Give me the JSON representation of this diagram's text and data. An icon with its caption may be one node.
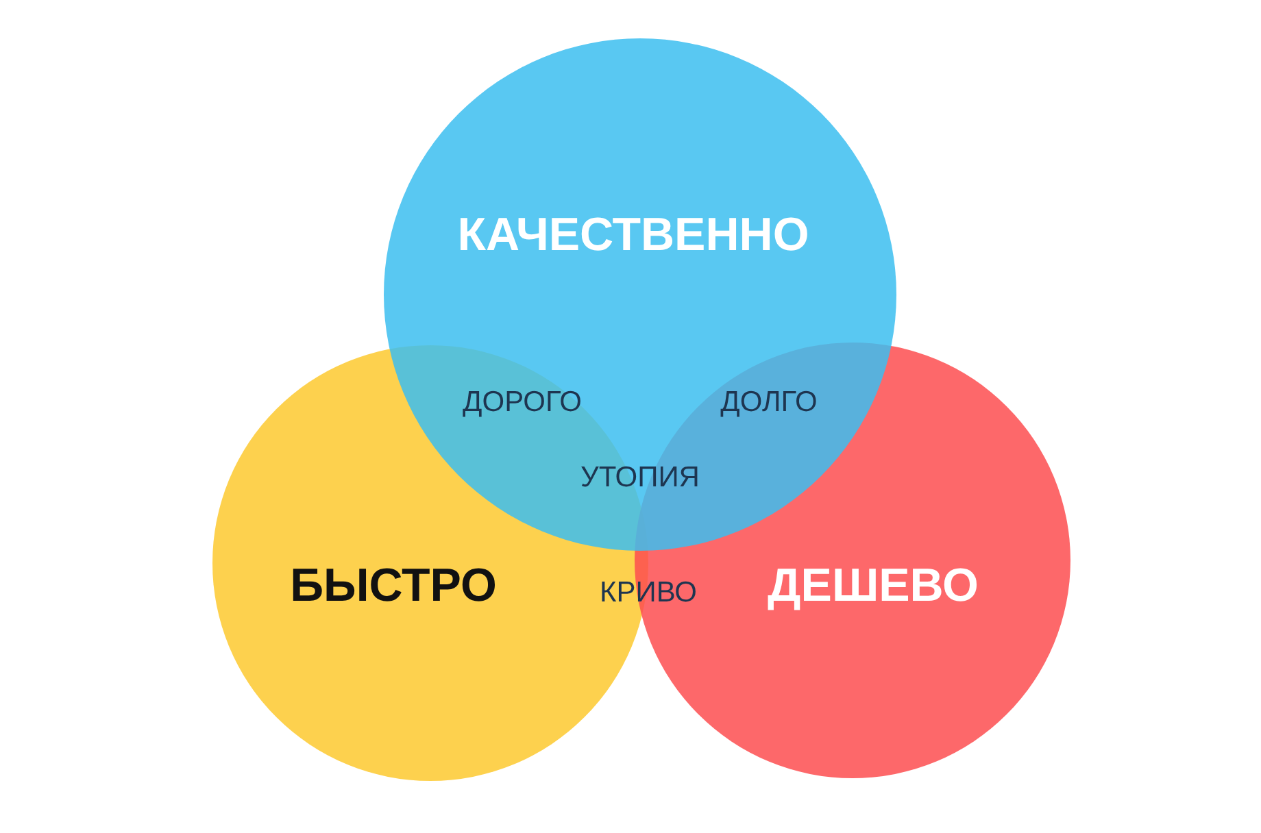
{
  "diagram": {
    "nodes": [
      {
        "text": [
          "КАЧЕСТВЕННО"
        ]
      },
      {
        "text": [
          "БЫСТРО"
        ]
      },
      {
        "text": [
          "ДЕШЕВО"
        ]
      }
    ],
    "edges": [],
    "labels": [
      "ДОРОГО",
      "ДОЛГО",
      "УТОПИЯ",
      "КРИВО"
    ]
  }
}
